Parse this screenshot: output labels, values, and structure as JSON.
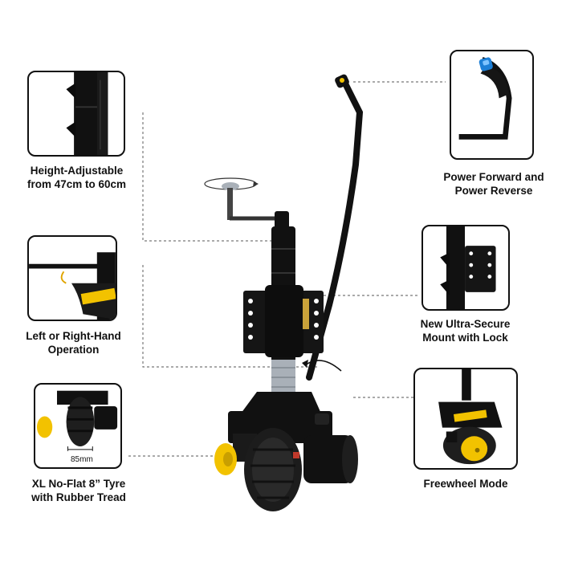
{
  "features": {
    "height_adjustable": {
      "line1": "Height-Adjustable",
      "line2": "from 47cm to 60cm"
    },
    "left_right_hand": {
      "line1": "Left or Right-Hand",
      "line2": "Operation"
    },
    "xl_tyre": {
      "line1": "XL No-Flat 8” Tyre",
      "line2": "with Rubber Tread",
      "dimension_label": "85mm"
    },
    "power_forward": {
      "line1": "Power Forward and",
      "line2": "Power Reverse"
    },
    "secure_mount": {
      "line1": "New Ultra-Secure",
      "line2": "Mount with Lock"
    },
    "freewheel": {
      "line1": "Freewheel Mode"
    }
  },
  "colors": {
    "accent_yellow": "#f2c200",
    "body_black": "#111111",
    "chrome": "#9aa3ad",
    "blue_button": "#1d7fd6"
  }
}
